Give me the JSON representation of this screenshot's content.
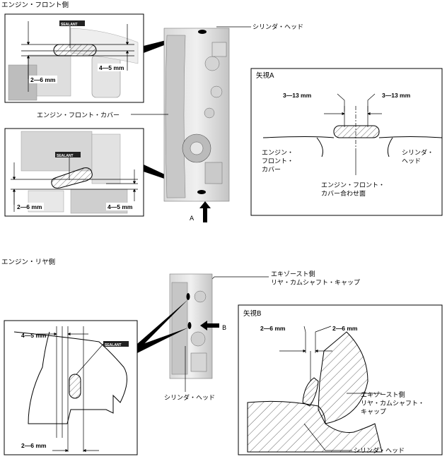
{
  "front": {
    "title": "エンジン・フロント側",
    "cylinder_head": "シリンダ・ヘッド",
    "front_cover": "エンジン・フロント・カバー",
    "arrow_a": "A",
    "upper_detail": {
      "sealant": "SEALANT",
      "dim_width": "4—5 mm",
      "dim_height": "2—6 mm"
    },
    "lower_detail": {
      "sealant": "SEALANT",
      "dim_height": "2—6 mm",
      "dim_width": "4—5 mm"
    },
    "view_a": {
      "title": "矢視A",
      "dim_left": "3—13 mm",
      "dim_right": "3—13 mm",
      "left_label": [
        "エンジン・",
        "フロント・",
        "カバー"
      ],
      "right_label": [
        "シリンダ・",
        "ヘッド"
      ],
      "mating_label": [
        "エンジン・フロント・",
        "カバー合わせ面"
      ]
    }
  },
  "rear": {
    "title": "エンジン・リヤ側",
    "exhaust_cap": [
      "エキゾースト側",
      "リヤ・カムシャフト・キャップ"
    ],
    "cylinder_head": "シリンダ・ヘッド",
    "arrow_b": "B",
    "detail": {
      "sealant": "SEALANT",
      "dim_width": "4—5 mm",
      "dim_height": "2—6 mm"
    },
    "view_b": {
      "title": "矢視B",
      "dim_left": "2—6 mm",
      "dim_right": "2—6 mm",
      "cap_label": [
        "エキゾースト側",
        "リヤ・カムシャフト・",
        "キャップ"
      ],
      "head_label": "シリンダ・ヘッド"
    }
  }
}
